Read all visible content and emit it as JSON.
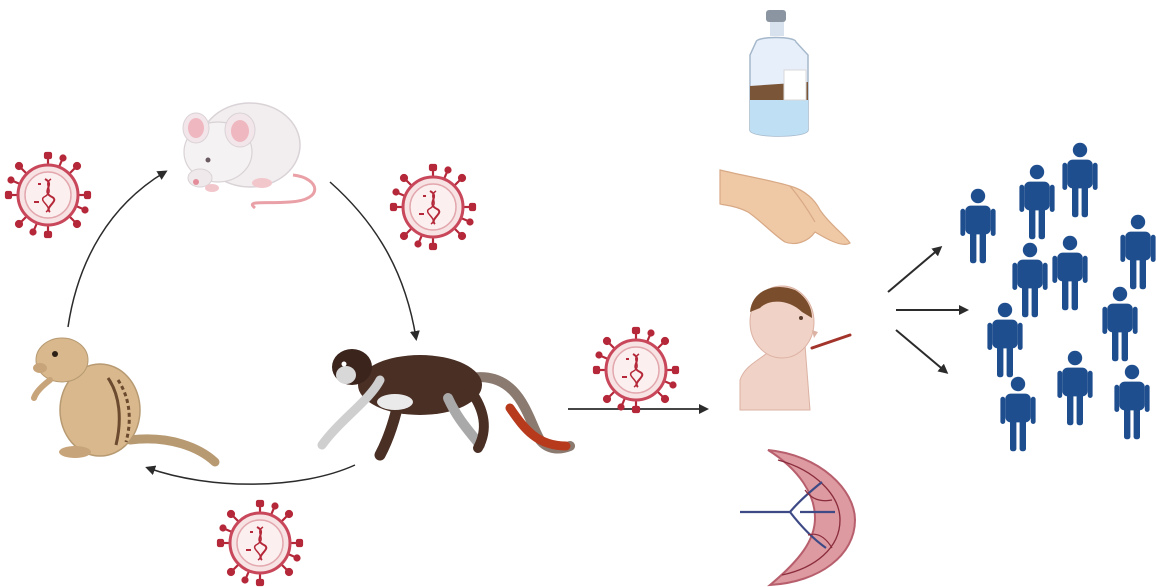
{
  "diagram": {
    "animal_cycle": [
      "mouse",
      "monkey",
      "ground-squirrel"
    ],
    "transmission_routes": [
      "vaccine-vial",
      "skin-contact",
      "oral-ingestion",
      "placenta"
    ],
    "outcome": "human-population",
    "icon_names": {
      "virus": "virus-icon",
      "mouse": "mouse-icon",
      "monkey": "monkey-icon",
      "squirrel": "squirrel-icon",
      "vial": "vaccine-vial-icon",
      "hand": "hand-icon",
      "head": "human-head-icon",
      "placenta": "placenta-icon",
      "person": "person-icon"
    },
    "colors": {
      "virus_spike": "#b5283a",
      "virus_membrane": "#c9475a",
      "arrow": "#2b2b2b",
      "person": "#1f4e8f",
      "monkey_fur": "#4a2f25",
      "monkey_tail_tip": "#b73a1d"
    }
  }
}
